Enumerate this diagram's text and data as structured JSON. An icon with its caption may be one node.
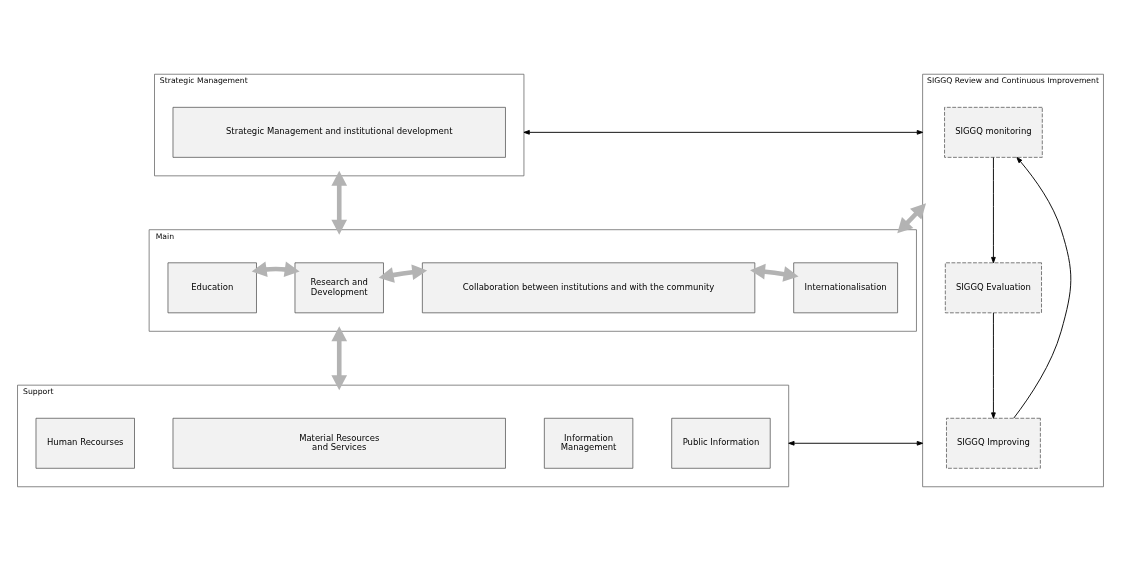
{
  "diagram": {
    "nodes": [
      {
        "text": [
          "Strategic Management"
        ]
      },
      {
        "text": [
          "Strategic Management and institutional development"
        ],
        "in": 0
      },
      {
        "text": [
          "Main"
        ]
      },
      {
        "text": [
          "Education"
        ],
        "in": 2
      },
      {
        "text": [
          "Research and Development"
        ],
        "in": 2
      },
      {
        "text": [
          "Collaboration between institutions and with the community"
        ],
        "in": 2
      },
      {
        "text": [
          "Internationalisation"
        ],
        "in": 2
      },
      {
        "text": [
          "Support"
        ]
      },
      {
        "text": [
          "Human Recourses"
        ],
        "in": 7
      },
      {
        "text": [
          "Material Resources and Services"
        ],
        "in": 7
      },
      {
        "text": [
          "Information Management"
        ],
        "in": 7
      },
      {
        "text": [
          "Public Information"
        ],
        "in": 7
      },
      {
        "text": [
          "SIGGQ Review and Continuous Improvement"
        ]
      },
      {
        "text": [
          "SIGGQ monitoring"
        ],
        "in": 12
      },
      {
        "text": [
          "SIGGQ Evaluation"
        ],
        "in": 12
      },
      {
        "text": [
          "SIGGQ Improving"
        ],
        "in": 12
      }
    ],
    "edges": [
      {
        "from": 0,
        "to": 2,
        "arrow": "both"
      },
      {
        "from": 3,
        "to": 4,
        "arrow": "both"
      },
      {
        "from": 4,
        "to": 5,
        "arrow": "both"
      },
      {
        "from": 5,
        "to": 6,
        "arrow": "both"
      },
      {
        "from": 2,
        "to": 7,
        "arrow": "both"
      },
      {
        "from": 2,
        "to": 12,
        "arrow": "both"
      },
      {
        "from": 0,
        "to": 12,
        "arrow": "both",
        "color": "#000000"
      },
      {
        "from": 7,
        "to": 12,
        "arrow": "both",
        "color": "#000000"
      },
      {
        "from": 13,
        "to": 14,
        "arrow": "to",
        "color": "#000000"
      },
      {
        "from": 14,
        "to": 15,
        "arrow": "to",
        "color": "#000000"
      },
      {
        "from": 15,
        "to": 13,
        "arrow": "to",
        "color": "#000000"
      }
    ]
  }
}
